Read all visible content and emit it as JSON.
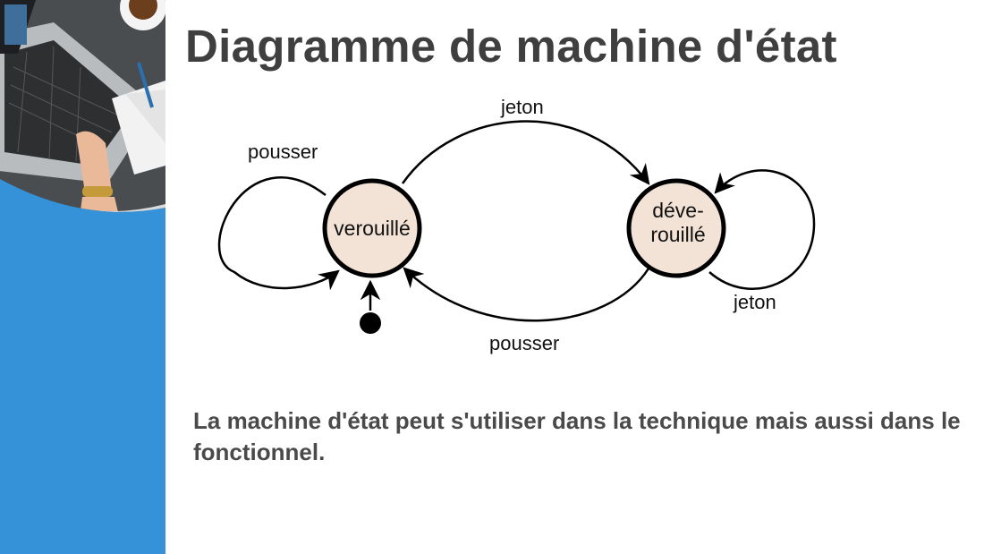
{
  "slide": {
    "title": "Diagramme de machine d'état",
    "body": "La machine d'état peut s'utiliser dans la technique mais aussi dans le fonctionnel."
  },
  "diagram": {
    "states": {
      "locked": {
        "label": "verouillé"
      },
      "unlocked": {
        "line1": "déve-",
        "line2": "rouillé"
      }
    },
    "transitions": {
      "locked_self": "pousser",
      "locked_to_unlocked": "jeton",
      "unlocked_to_locked": "pousser",
      "unlocked_self": "jeton"
    }
  },
  "colors": {
    "sidebar": "#3592d8",
    "state_fill": "#f3e3d6",
    "title": "#3f3f3f",
    "body_text": "#4a4a4a"
  }
}
